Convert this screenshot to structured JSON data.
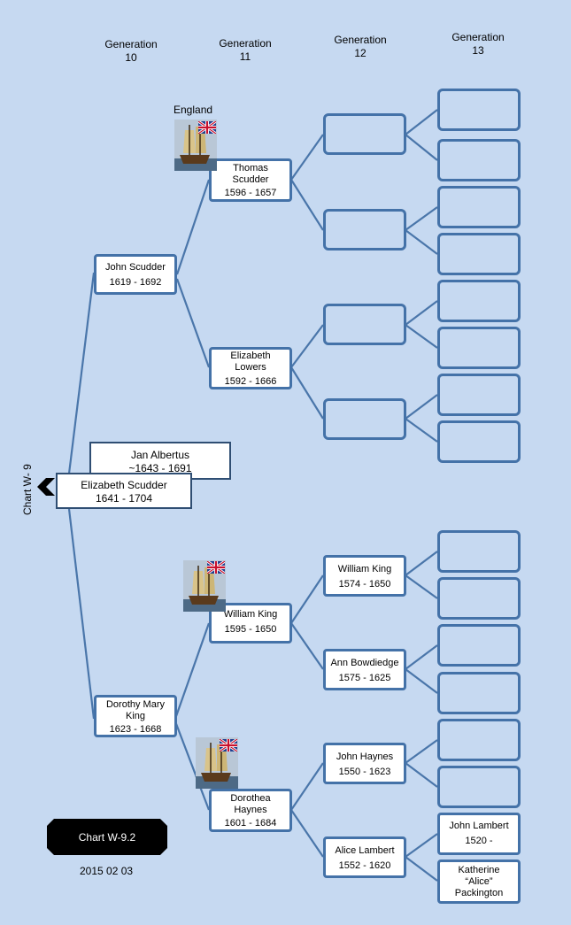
{
  "generations": [
    {
      "label": "Generation",
      "num": "10"
    },
    {
      "label": "Generation",
      "num": "11"
    },
    {
      "label": "Generation",
      "num": "12"
    },
    {
      "label": "Generation",
      "num": "13"
    }
  ],
  "chart_side_label": "Chart W- 9",
  "root": {
    "name": "Elizabeth Scudder",
    "years": "1641 - 1704"
  },
  "spouse": {
    "name": "Jan Albertus",
    "years": "~1643 - 1691"
  },
  "gen10": [
    {
      "name": "John Scudder",
      "years": "1619 - 1692"
    },
    {
      "name": "Dorothy Mary King",
      "years": "1623 - 1668"
    }
  ],
  "gen11": [
    {
      "name": "Thomas Scudder",
      "years": "1596 - 1657"
    },
    {
      "name": "Elizabeth Lowers",
      "years": "1592 - 1666"
    },
    {
      "name": "William King",
      "years": "1595 - 1650"
    },
    {
      "name": "Dorothea Haynes",
      "years": "1601 - 1684"
    }
  ],
  "gen12": [
    {
      "name": "",
      "years": ""
    },
    {
      "name": "",
      "years": ""
    },
    {
      "name": "",
      "years": ""
    },
    {
      "name": "",
      "years": ""
    },
    {
      "name": "William King",
      "years": "1574 - 1650"
    },
    {
      "name": "Ann Bowdiedge",
      "years": "1575 - 1625"
    },
    {
      "name": "John Haynes",
      "years": "1550 - 1623"
    },
    {
      "name": "Alice Lambert",
      "years": "1552 - 1620"
    }
  ],
  "gen13_filled": [
    {
      "name": "John Lambert",
      "years": "1520 -"
    },
    {
      "name": "Katherine “Alice” Packington",
      "years": ""
    }
  ],
  "origin_label": "England",
  "icons": [
    "ship-icon",
    "union-jack-flag-icon",
    "chevron-left-icon"
  ],
  "chart_badge": "Chart W-9.2",
  "chart_date": "2015 02 03",
  "colors": {
    "background": "#c6d9f1",
    "box_border": "#4472a8",
    "line": "#4472a8"
  }
}
